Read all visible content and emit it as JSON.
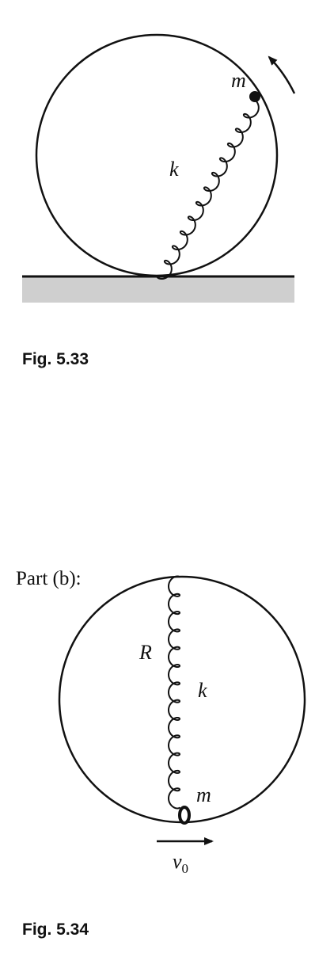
{
  "fig1": {
    "caption": "Fig. 5.33",
    "label_mass": "m",
    "label_spring": "k"
  },
  "fig2": {
    "part_label": "Part (b):",
    "caption": "Fig. 5.34",
    "label_radius": "R",
    "label_spring": "k",
    "label_mass": "m",
    "label_velocity": "v",
    "label_velocity_sub": "0"
  }
}
